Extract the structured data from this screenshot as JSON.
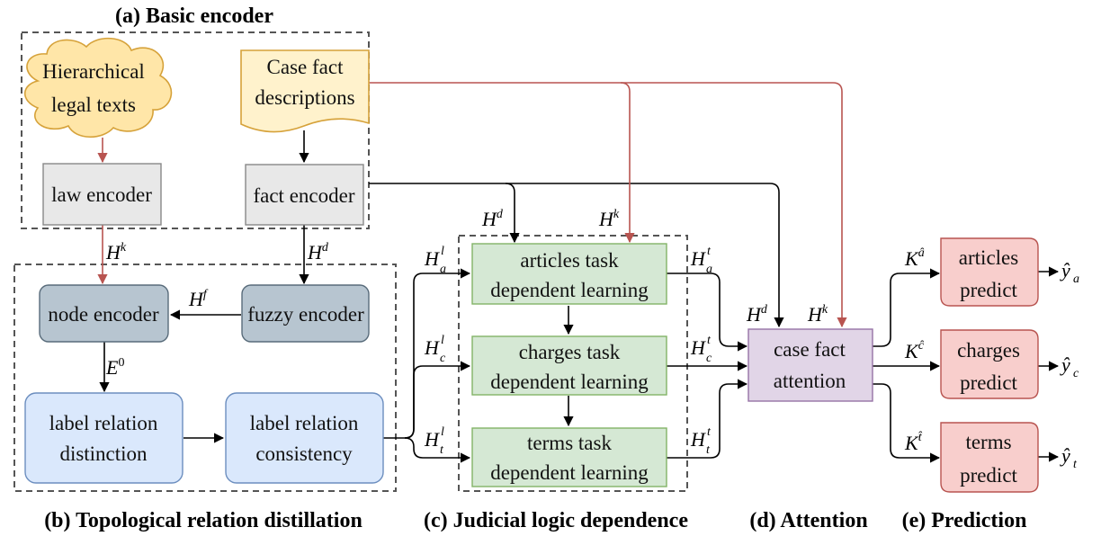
{
  "sections": {
    "a": "(a) Basic encoder",
    "b": "(b) Topological relation distillation",
    "c": "(c) Judicial logic dependence",
    "d": "(d) Attention",
    "e": "(e) Prediction"
  },
  "nodes": {
    "hier_legal": [
      "Hierarchical",
      "legal texts"
    ],
    "case_fact": [
      "Case fact",
      "descriptions"
    ],
    "law_encoder": "law encoder",
    "fact_encoder": "fact encoder",
    "node_encoder": "node encoder",
    "fuzzy_encoder": "fuzzy encoder",
    "lr_distinction": [
      "label relation",
      "distinction"
    ],
    "lr_consistency": [
      "label relation",
      "consistency"
    ],
    "articles_task": [
      "articles task",
      "dependent learning"
    ],
    "charges_task": [
      "charges task",
      "dependent learning"
    ],
    "terms_task": [
      "terms task",
      "dependent learning"
    ],
    "attention": [
      "case fact",
      "attention"
    ],
    "articles_predict": [
      "articles",
      "predict"
    ],
    "charges_predict": [
      "charges",
      "predict"
    ],
    "terms_predict": [
      "terms",
      "predict"
    ]
  },
  "symbols": {
    "H": "H",
    "K": "K",
    "E": "E",
    "k": "k",
    "d": "d",
    "f": "f",
    "l": "l",
    "t": "t",
    "zero": "0",
    "a": "a",
    "c": "c",
    "y": "y",
    "a_hat": "â",
    "c_hat": "ĉ",
    "t_hat": "t̂",
    "y_hat": "ŷ"
  },
  "colors": {
    "cloud_fill": "#ffe6a8",
    "cloud_stroke": "#d6a23a",
    "doc_fill": "#fff2cc",
    "doc_stroke": "#d6a23a",
    "encoder_fill": "#e8e8e8",
    "encoder_stroke": "#888888",
    "dark_fill": "#b7c5d0",
    "dark_stroke": "#586b7a",
    "blue_fill": "#dae8fc",
    "blue_stroke": "#6c8ebf",
    "green_fill": "#d5e8d4",
    "green_stroke": "#82b366",
    "purple_fill": "#e1d5e7",
    "purple_stroke": "#9673a6",
    "red_fill": "#f8cecc",
    "red_stroke": "#b85450",
    "red_arrow": "#b85450"
  }
}
